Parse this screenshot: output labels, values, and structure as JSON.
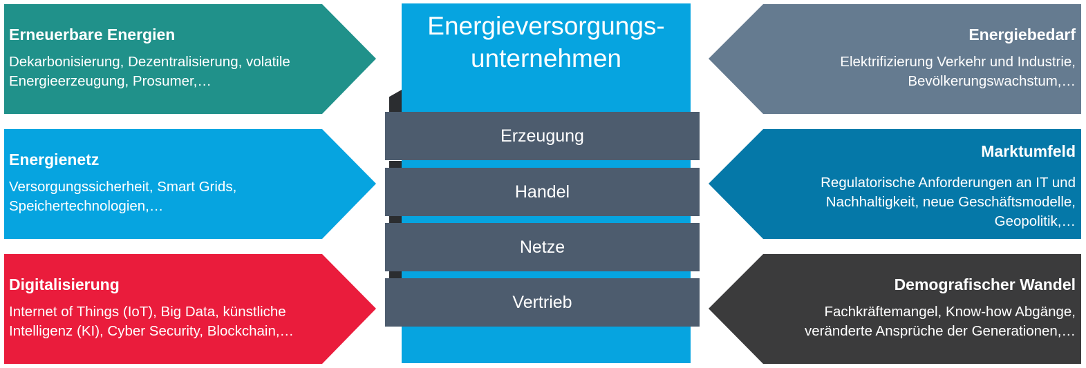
{
  "center": {
    "title_lines": [
      "Energieversorgungs-",
      "unternehmen"
    ],
    "bars": [
      "Erzeugung",
      "Handel",
      "Netze",
      "Vertrieb"
    ],
    "color": "#06a4e0",
    "bar_color": "#4d5c6e"
  },
  "left": [
    {
      "title": "Erneuerbare Energien",
      "lines": [
        "Dekarbonisierung, Dezentralisierung, volatile",
        "Energieerzeugung, Prosumer,…"
      ],
      "color": "#20918a"
    },
    {
      "title": "Energienetz",
      "lines": [
        "Versorgungssicherheit, Smart Grids,",
        "Speichertechnologien,…"
      ],
      "color": "#06a4e0"
    },
    {
      "title": "Digitalisierung",
      "lines": [
        "Internet of Things (IoT), Big Data, künstliche",
        "Intelligenz (KI), Cyber Security, Blockchain,…"
      ],
      "color": "#ea1c3c"
    }
  ],
  "right": [
    {
      "title": "Energiebedarf",
      "lines": [
        "Elektrifizierung Verkehr und Industrie,",
        "Bevölkerungswachstum,…"
      ],
      "color": "#657b90"
    },
    {
      "title": "Marktumfeld",
      "lines": [
        "Regulatorische Anforderungen an IT und",
        "Nachhaltigkeit, neue Geschäftsmodelle,",
        "Geopolitik,…"
      ],
      "color": "#0578a8"
    },
    {
      "title": "Demografischer Wandel",
      "lines": [
        "Fachkräftemangel, Know-how Abgänge,",
        "veränderte Ansprüche der Generationen,…"
      ],
      "color": "#3b3b3c"
    }
  ]
}
